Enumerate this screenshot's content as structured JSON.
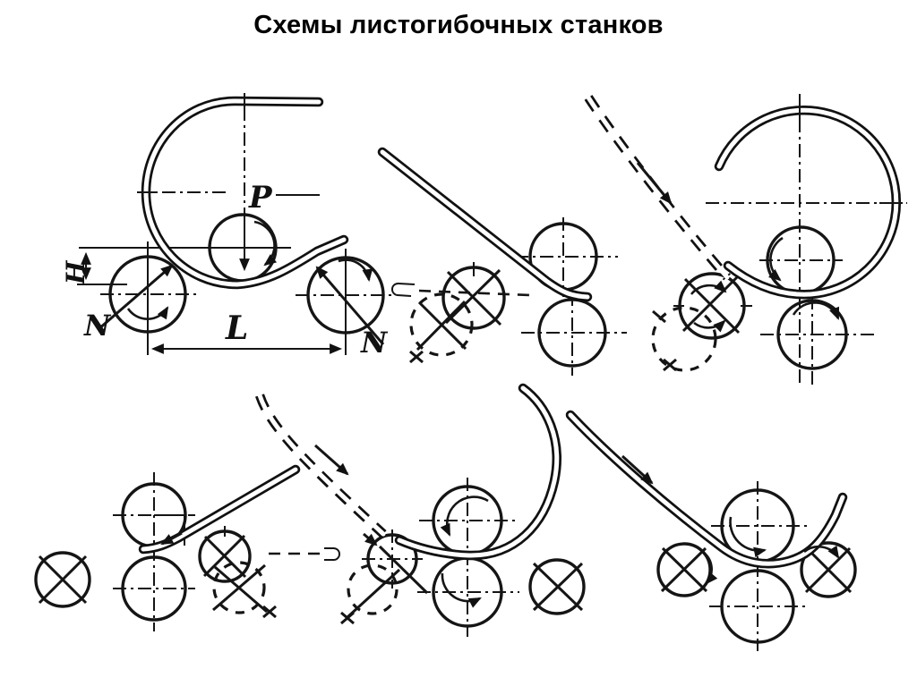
{
  "title": "Схемы листогибочных станков",
  "labels": {
    "force": "P",
    "roll_gap": "H",
    "roll_span": "L",
    "support_left": "N",
    "support_right": "N"
  },
  "colors": {
    "ink": "#111111",
    "background": "#ffffff"
  }
}
